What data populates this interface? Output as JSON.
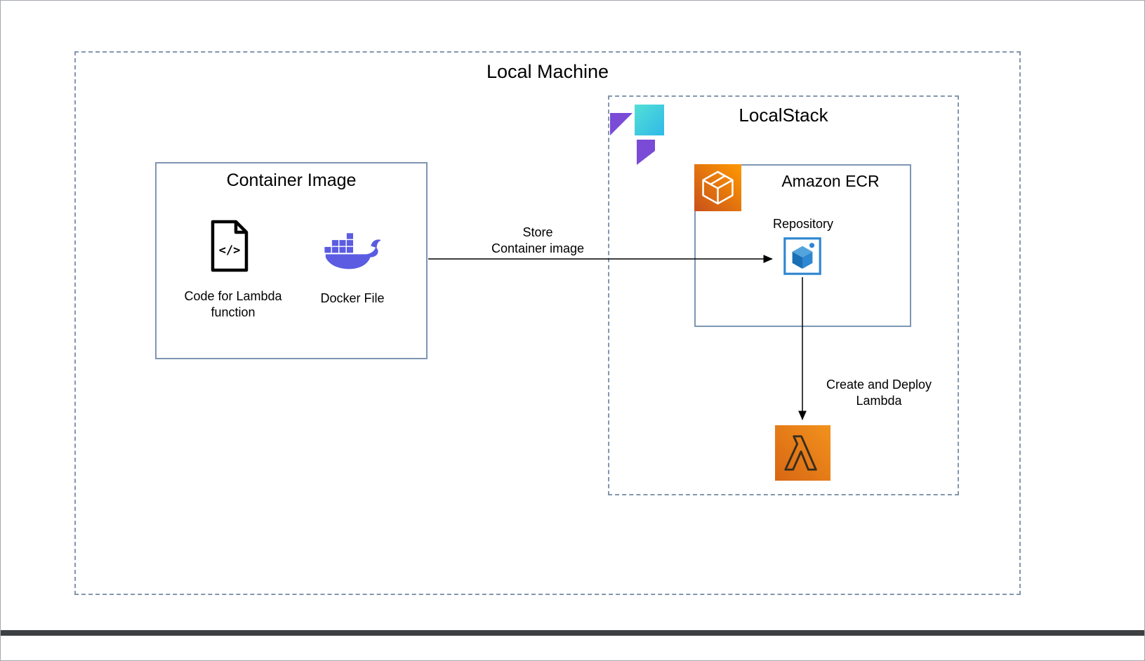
{
  "local_machine": {
    "title": "Local Machine"
  },
  "localstack": {
    "title": "LocalStack"
  },
  "container_image": {
    "title": "Container Image",
    "code_glyph": "</>",
    "code_label": "Code for Lambda\nfunction",
    "docker_label": "Docker File"
  },
  "ecr": {
    "title": "Amazon ECR",
    "repository_label": "Repository"
  },
  "arrows": {
    "store_label": "Store\nContainer image",
    "deploy_label": "Create and Deploy\nLambda"
  },
  "icons": {
    "code_file": "code-file-icon",
    "docker": "docker-icon",
    "localstack_logo": "localstack-logo-icon",
    "ecr_service": "ecr-service-icon",
    "repository": "repository-icon",
    "lambda": "lambda-icon"
  },
  "colors": {
    "dashed_border": "#8496ae",
    "solid_border": "#7e96b3",
    "docker_purple": "#5b5ce2",
    "aws_orange_dark": "#C8511B",
    "aws_orange_light": "#FF9900",
    "repository_blue": "#2e87d1",
    "repository_blue_dark": "#1b6fb5",
    "repository_blue_light": "#53a4dd",
    "localstack_purple": "#7a4bd6",
    "localstack_teal_light": "#54dfd6",
    "localstack_teal_dark": "#2fb9e8",
    "arrow_black": "#000000",
    "lambda_glyph": "#3a2e1e"
  }
}
